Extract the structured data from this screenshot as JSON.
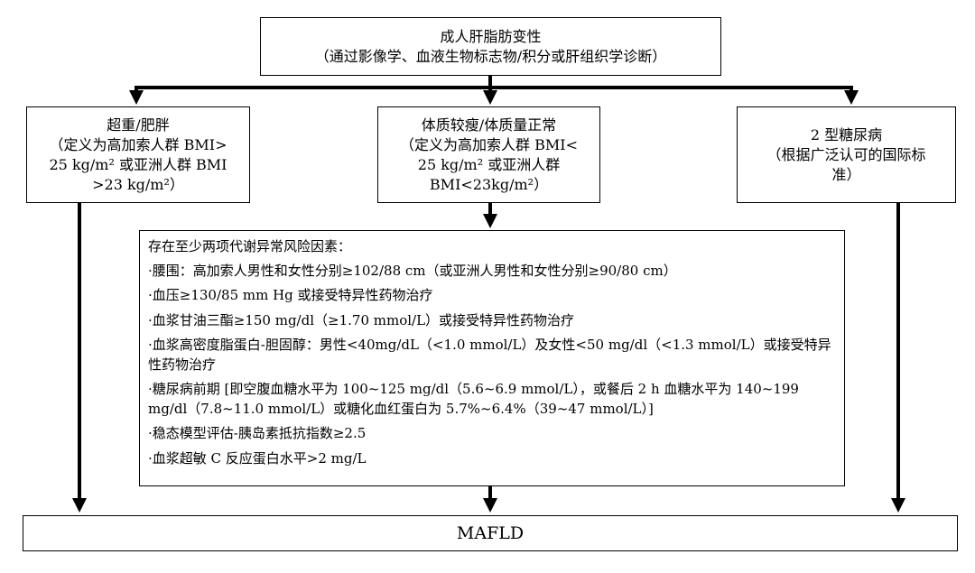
{
  "top_box": {
    "line1": "成人肝脂肪变性",
    "line2": "（通过影像学、血液生物标志物/积分或肝组织学诊断）"
  },
  "left_box": {
    "line1": "超重/肥胖",
    "line2": "（定义为高加索人群 BMI>",
    "line3": "25 kg/m² 或亚洲人群 BMI",
    "line4": ">23 kg/m²）"
  },
  "mid_box": {
    "line1": "体质较瘦/体质量正常",
    "line2": "（定义为高加索人群 BMI<",
    "line3": "25 kg/m² 或亚洲人群",
    "line4": "BMI<23kg/m²）"
  },
  "right_box": {
    "line1": "2 型糖尿病",
    "line2": "（根据广泛认可的国际标",
    "line3": "准）"
  },
  "risk_factors": {
    "title": "存在至少两项代谢异常风险因素：",
    "items": [
      "·腰围：高加索人男性和女性分别≥102/88 cm（或亚洲人男性和女性分别≥90/80 cm）",
      "·血压≥130/85 mm Hg 或接受特异性药物治疗",
      "·血浆甘油三酯≥150 mg/dl（≥1.70 mmol/L）或接受特异性药物治疗",
      "·血浆高密度脂蛋白-胆固醇：男性<40mg/dL（<1.0 mmol/L）及女性<50 mg/dl（<1.3 mmol/L）或接受特异性药物治疗",
      "·糖尿病前期 [即空腹血糖水平为 100~125 mg/dl（5.6~6.9 mmol/L），或餐后 2 h 血糖水平为 140~199 mg/dl（7.8~11.0 mmol/L）或糖化血红蛋白为 5.7%~6.4%（39~47 mmol/L）]",
      "·稳态模型评估-胰岛素抵抗指数≥2.5",
      "·血浆超敏 C 反应蛋白水平>2 mg/L"
    ]
  },
  "outcome": {
    "label": "MAFLD"
  },
  "colors": {
    "line": "#000000",
    "background": "#ffffff"
  }
}
